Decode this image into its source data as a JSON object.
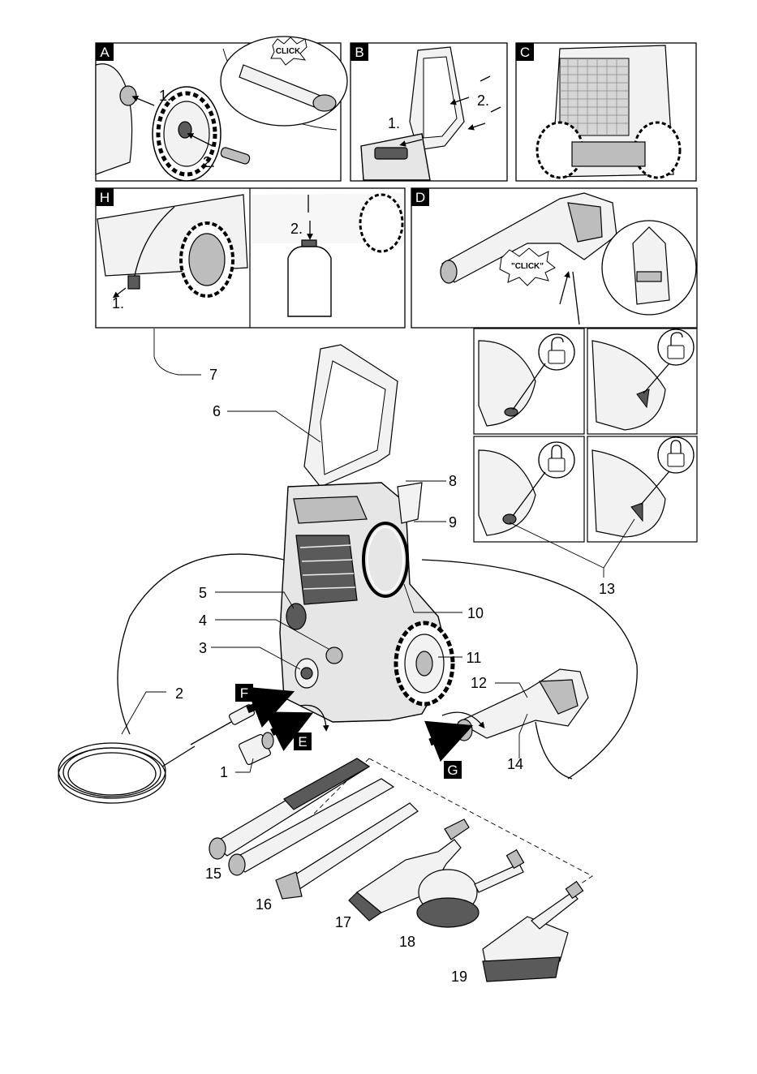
{
  "panels": {
    "A": {
      "label": "A",
      "steps": [
        "1.",
        "2."
      ],
      "bubble": "CLICK"
    },
    "B": {
      "label": "B",
      "steps": [
        "1.",
        "2."
      ]
    },
    "C": {
      "label": "C"
    },
    "H": {
      "label": "H",
      "steps": [
        "1.",
        "2."
      ]
    },
    "D": {
      "label": "D",
      "bubble": "\"CLICK\""
    }
  },
  "arrow_labels": {
    "E": "E",
    "F": "F",
    "G": "G"
  },
  "callouts": [
    "1",
    "2",
    "3",
    "4",
    "5",
    "6",
    "7",
    "8",
    "9",
    "10",
    "11",
    "12",
    "13",
    "14",
    "15",
    "16",
    "17",
    "18",
    "19"
  ],
  "icons": [
    "lock-open-icon",
    "lock-closed-icon",
    "press-arrow-icon",
    "rotate-arrow-icon"
  ]
}
